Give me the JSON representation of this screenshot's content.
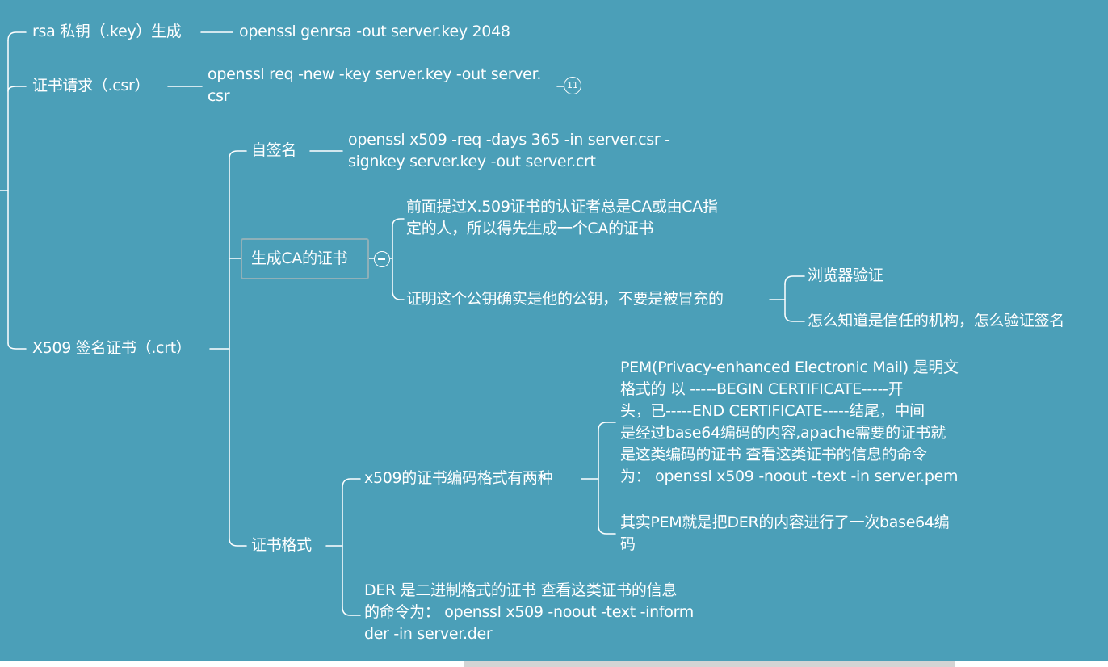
{
  "mindmap": {
    "rsa_key": {
      "label": "rsa 私钥（.key）生成",
      "command": "openssl genrsa  -out server.key 2048"
    },
    "csr": {
      "label": "证书请求（.csr）",
      "command_line1": "openssl req -new -key server.key -out server.",
      "command_line2": "csr",
      "badge": "11"
    },
    "crt": {
      "label": "X509 签名证书（.crt）",
      "self_signed": {
        "label": "自签名",
        "command_line1": "openssl x509 -req -days 365 -in server.csr -",
        "command_line2": "signkey server.key -out server.crt"
      },
      "ca_cert": {
        "label": "生成CA的证书",
        "note1_line1": "前面提过X.509证书的认证者总是CA或由CA指",
        "note1_line2": "定的人，所以得先生成一个CA的证书",
        "note2": "证明这个公钥确实是他的公钥，不要是被冒充的",
        "verify_browser": "浏览器验证",
        "verify_question": "怎么知道是信任的机构，怎么验证签名"
      },
      "cert_format": {
        "label": "证书格式",
        "x509_formats": {
          "label": "x509的证书编码格式有两种",
          "pem_lines": [
            "PEM(Privacy-enhanced Electronic Mail) 是明文",
            "格式的  以 -----BEGIN CERTIFICATE-----开",
            "头，已-----END CERTIFICATE-----结尾，中间",
            "是经过base64编码的内容,apache需要的证书就",
            "是这类编码的证书 查看这类证书的信息的命令",
            "为： openssl x509 -noout -text -in server.pem"
          ],
          "pem_der_lines": [
            "其实PEM就是把DER的内容进行了一次base64编",
            "码"
          ]
        },
        "der_lines": [
          "DER 是二进制格式的证书   查看这类证书的信息",
          "的命令为： openssl x509 -noout -text -inform",
          "der -in server.der"
        ]
      }
    }
  }
}
